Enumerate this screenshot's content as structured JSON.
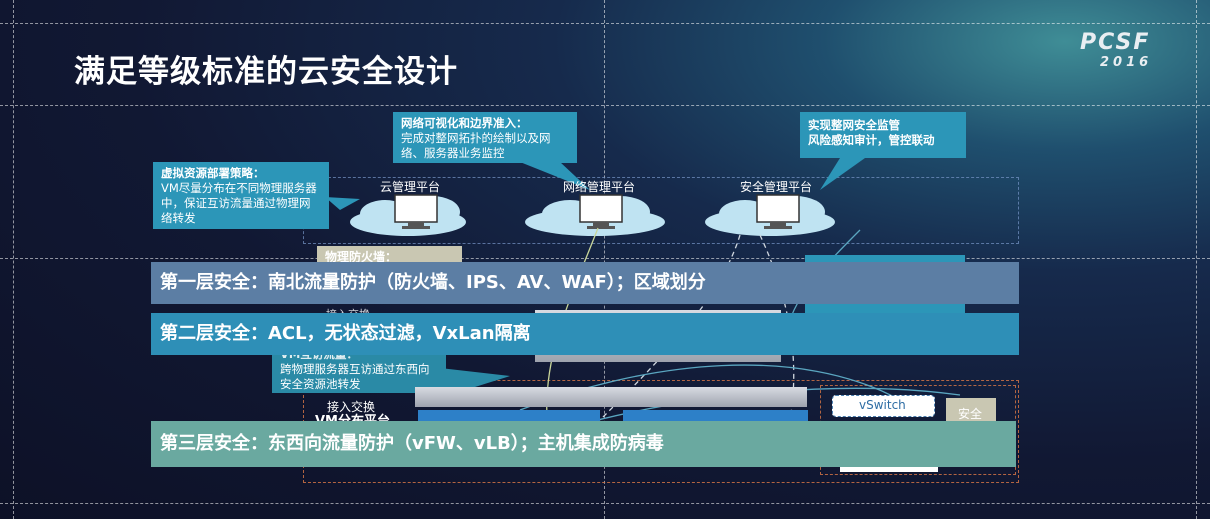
{
  "slide": {
    "title": "满足等级标准的云安全设计",
    "logo_text": "PCSF",
    "logo_year": "2016"
  },
  "callouts": {
    "virtual": {
      "head": "虚拟资源部署策略：",
      "body": "VM尽量分布在不同物理服务器中，保证互访流量通过物理网络转发"
    },
    "network": {
      "head": "网络可视化和边界准入：",
      "body": "完成对整网拓扑的绘制以及网络、服务器业务监控"
    },
    "security": {
      "head": "实现整网安全监管",
      "body": "风险感知审计，管控联动"
    },
    "firewall": {
      "head": "物理防火墙："
    },
    "vm_traffic": {
      "head": "VM互访流量：",
      "body": "跨物理服务器互访通过东西向安全资源池转发"
    }
  },
  "platforms": [
    {
      "label": "云管理平台",
      "icon": "cloud-monitor-icon"
    },
    {
      "label": "网络管理平台",
      "icon": "cloud-monitor-icon"
    },
    {
      "label": "安全管理平台",
      "icon": "cloud-monitor-icon"
    }
  ],
  "layers": [
    {
      "text": "第一层安全：南北流量防护（防火墙、IPS、AV、WAF）；区域划分",
      "color": "#5c7ea4"
    },
    {
      "text": "第二层安全：ACL，无状态过滤，VxLan隔离",
      "color": "#2e8fb7"
    },
    {
      "text": "第三层安全：东西向流量防护（vFW、vLB）；主机集成防病毒",
      "color": "#6aa9a0"
    }
  ],
  "labels": {
    "access_switch_top": "接入交换",
    "access_switch": "接入交换",
    "vm_platform": "VM分布平台",
    "vswitch": "vSwitch",
    "security_box": "安全"
  }
}
